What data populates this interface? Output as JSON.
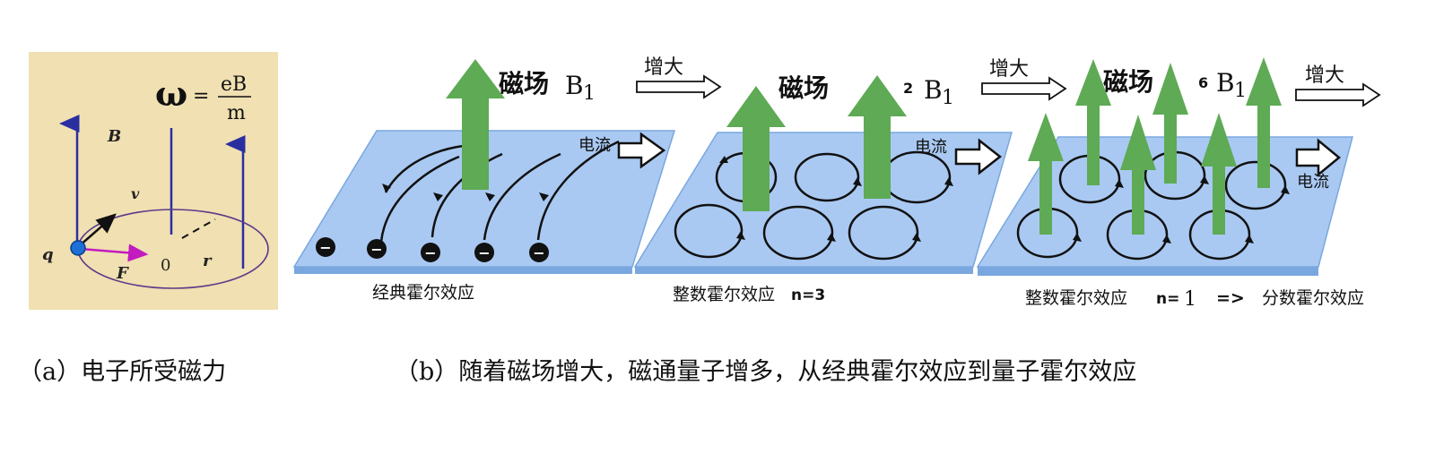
{
  "panel_a": {
    "formula_omega": "ω",
    "formula_eq": "=",
    "formula_num": "eB",
    "formula_den": "m",
    "label_B": "B",
    "label_v": "v",
    "label_q": "q",
    "label_F": "F",
    "label_O": "0",
    "label_r": "r",
    "caption": "（a）电子所受磁力"
  },
  "panel_b": {
    "caption": "（b）随着磁场增大，磁通量子增多，从经典霍尔效应到量子霍尔效应",
    "field_label": "磁场",
    "b_symbol": "B",
    "b_subscript": "1",
    "stage1": {
      "sublabel": "经典霍尔效应",
      "current": "电流"
    },
    "stage2": {
      "factor": "2",
      "sublabel": "整数霍尔效应",
      "n_label": "n=3",
      "current": "电流"
    },
    "stage3": {
      "factor": "6",
      "sublabel": "整数霍尔效应",
      "n_label": "n=",
      "n_value": "1",
      "current": "电流",
      "implies": "=>",
      "next": "分数霍尔效应"
    },
    "increase": "增大",
    "charge_symbol": "−"
  },
  "colors": {
    "panel_a_bg": "#f0e0b2",
    "field_line": "#2a2fa0",
    "electron": "#1e6fd6",
    "force": "#c21bbf",
    "plate_top": "#a9c9f2",
    "plate_edge": "#7aa7df",
    "arrow_green": "#5eaa55"
  }
}
